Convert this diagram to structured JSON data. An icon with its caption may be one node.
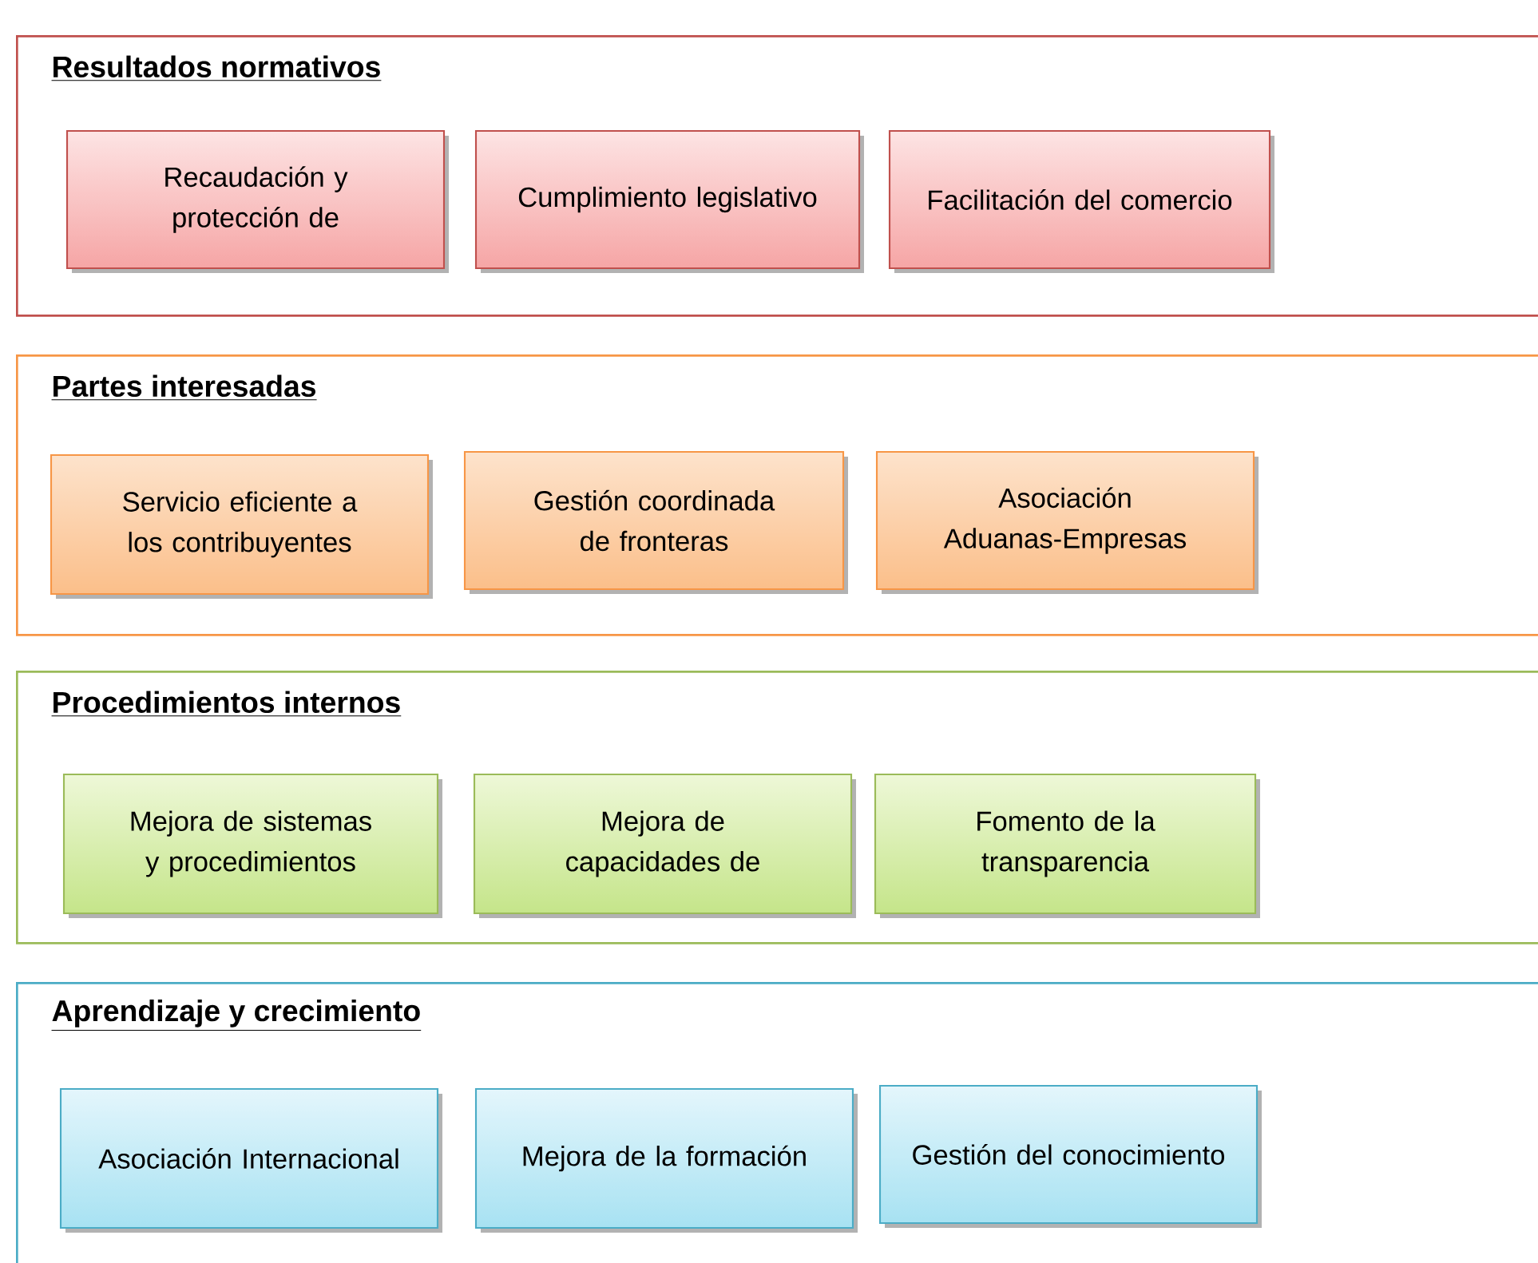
{
  "diagram": {
    "nodes": [
      {
        "text": [
          "Resultados normativos"
        ]
      },
      {
        "text": [
          "Recaudación y protección de"
        ],
        "in": 0
      },
      {
        "text": [
          "Cumplimiento legislativo"
        ],
        "in": 0
      },
      {
        "text": [
          "Facilitación del comercio"
        ],
        "in": 0
      },
      {
        "text": [
          "Partes interesadas"
        ]
      },
      {
        "text": [
          "Servicio eficiente a los contribuyentes"
        ],
        "in": 4
      },
      {
        "text": [
          "Gestión coordinada de fronteras"
        ],
        "in": 4
      },
      {
        "text": [
          "Asociación Aduanas-Empresas"
        ],
        "in": 4
      },
      {
        "text": [
          "Procedimientos internos"
        ]
      },
      {
        "text": [
          "Mejora de sistemas y procedimientos"
        ],
        "in": 8
      },
      {
        "text": [
          "Mejora de capacidades de"
        ],
        "in": 8
      },
      {
        "text": [
          "Fomento de la transparencia"
        ],
        "in": 8
      },
      {
        "text": [
          "Aprendizaje y crecimiento"
        ]
      },
      {
        "text": [
          "Asociación Internacional"
        ],
        "in": 12
      },
      {
        "text": [
          "Mejora de la formación"
        ],
        "in": 12
      },
      {
        "text": [
          "Gestión del conocimiento"
        ],
        "in": 12
      }
    ]
  }
}
